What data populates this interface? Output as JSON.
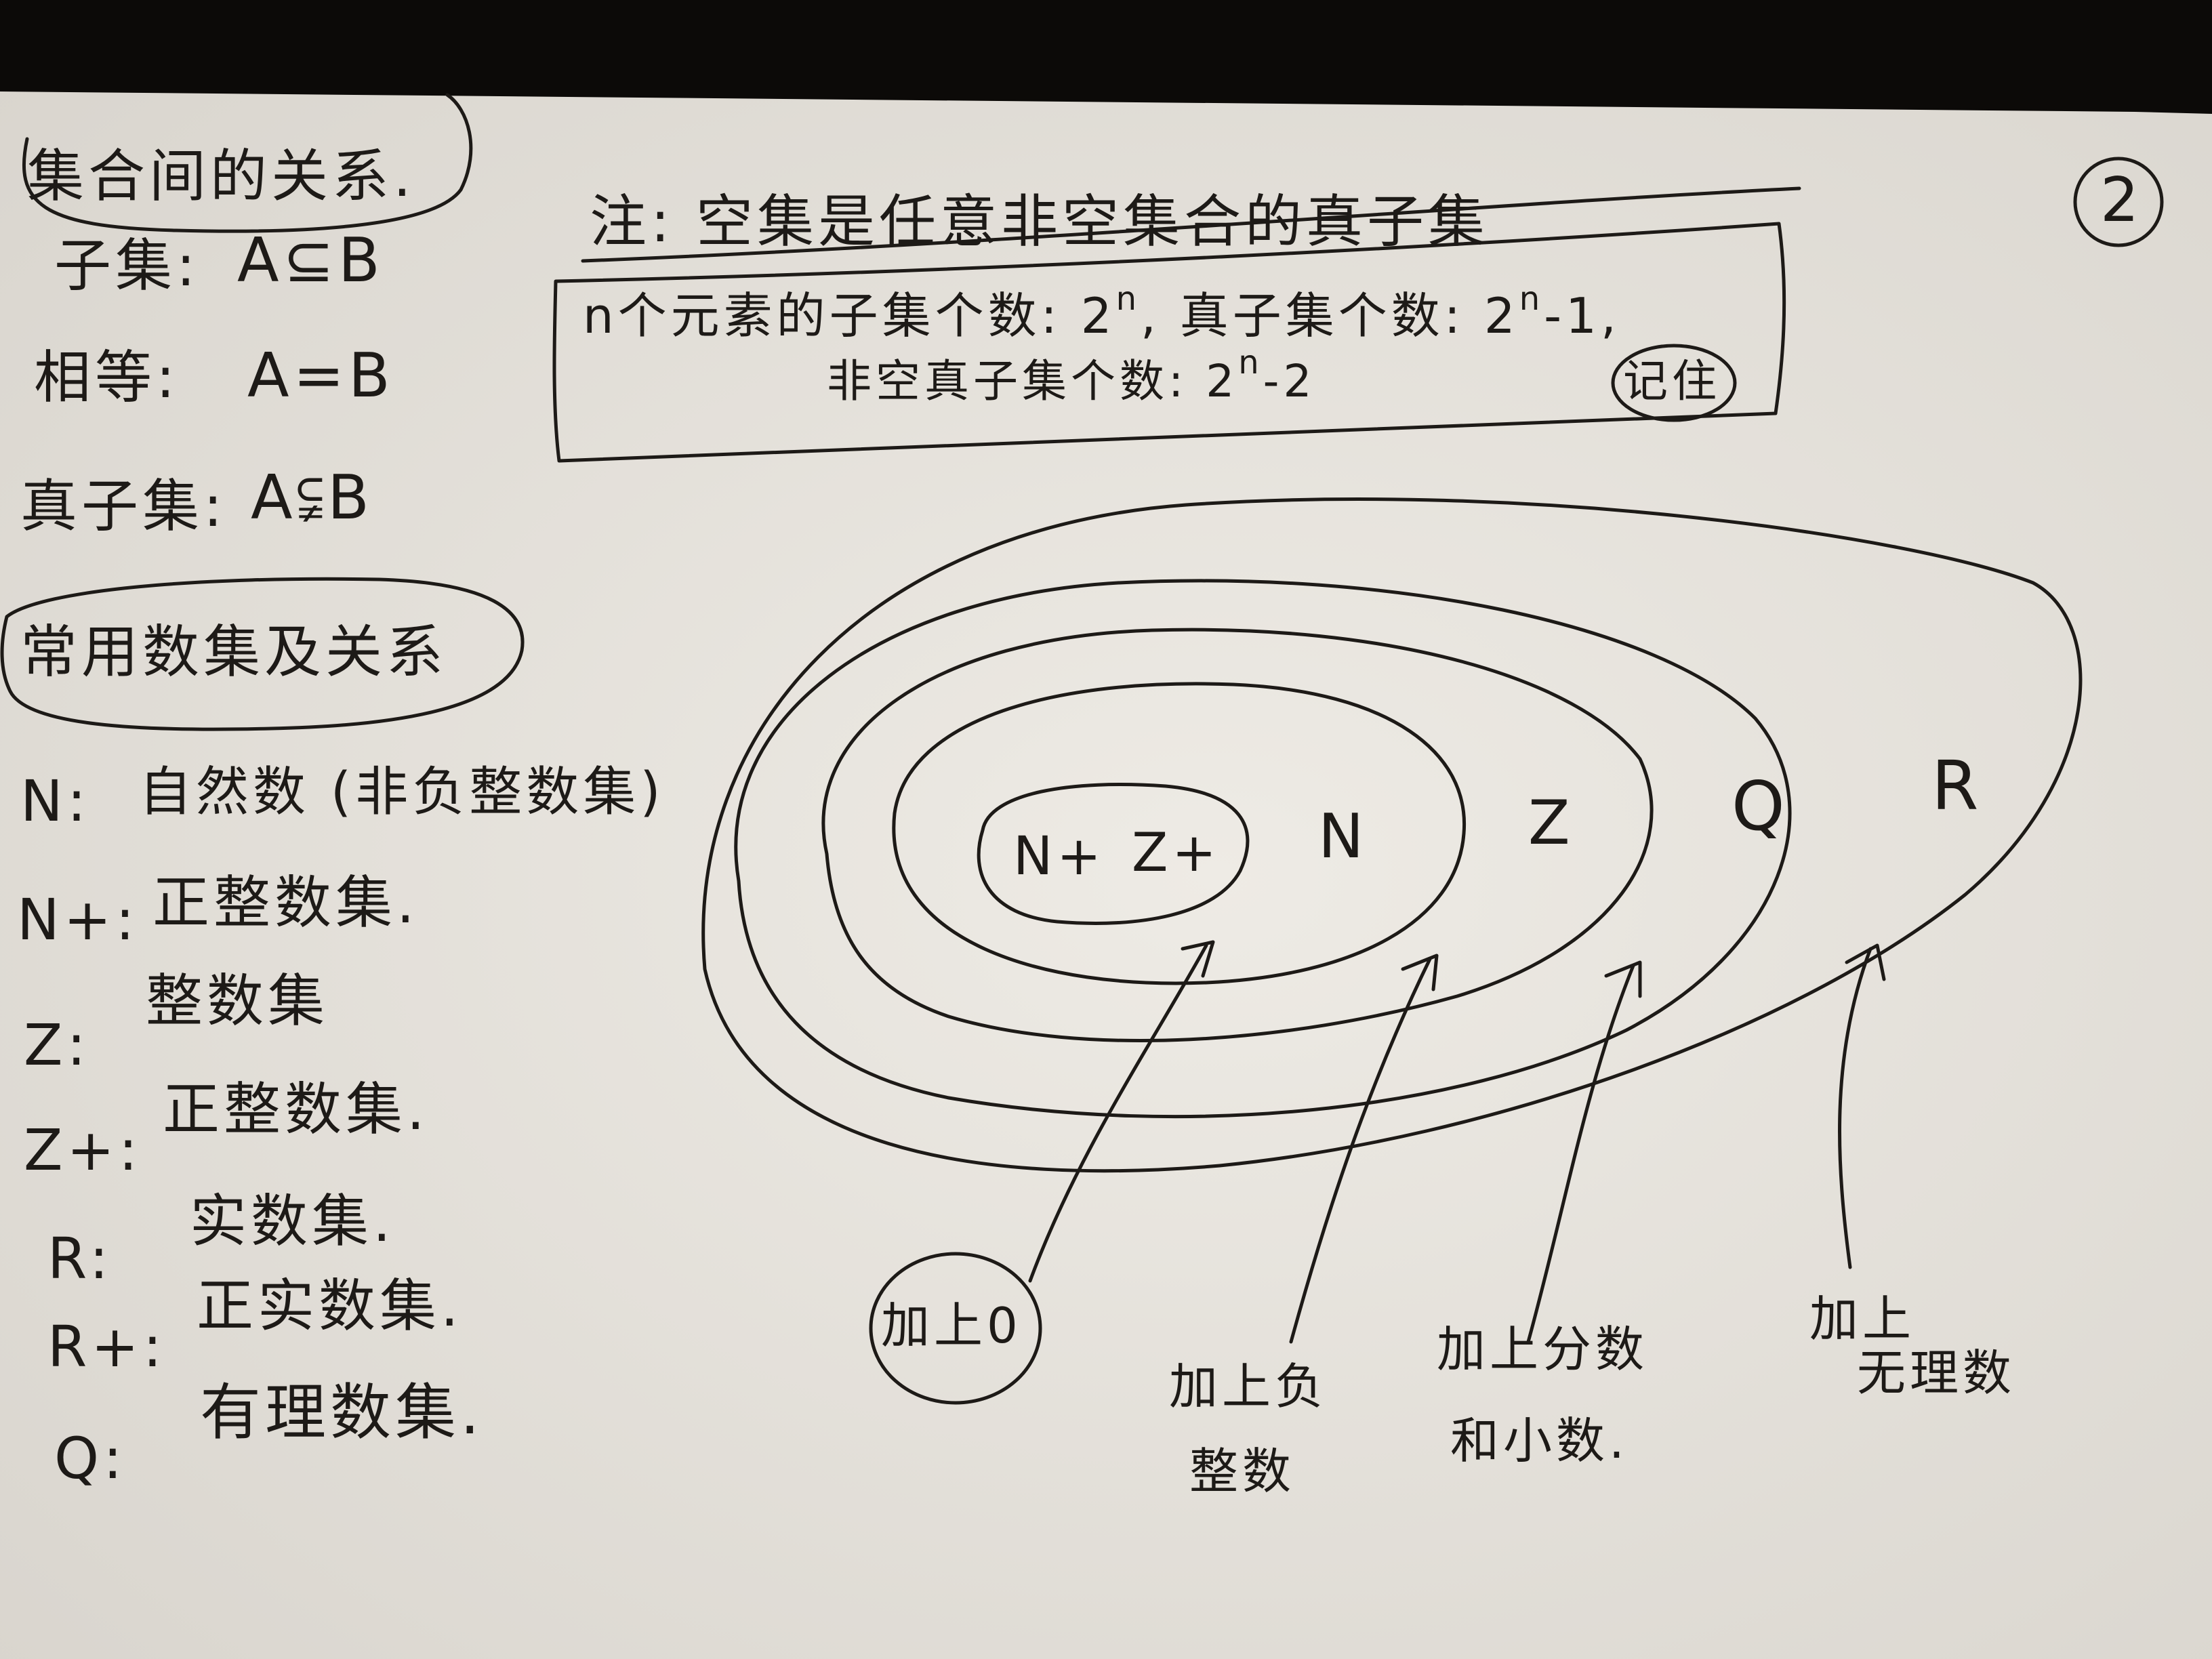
{
  "page_number": "2",
  "heading_relations": "集合间的关系.",
  "relations": [
    {
      "label": "子集:",
      "expr": "A⊆B"
    },
    {
      "label": "相等:",
      "expr": "A=B"
    },
    {
      "label": "真子集:",
      "expr": "A⫋B"
    }
  ],
  "note": {
    "line1": "注: 空集是任意非空集合的真子集",
    "box_prefix_a": "n个元素的子集个数: 2",
    "box_exp_a": "n",
    "box_prefix_b": ", 真子集个数: 2",
    "box_exp_b": "n",
    "box_suffix_b": "-1,",
    "box_prefix_c": "非空真子集个数: 2",
    "box_exp_c": "n",
    "box_suffix_c": "-2",
    "remember": "记住"
  },
  "heading_numbersets": "常用数集及关系",
  "number_sets": [
    {
      "symbol": "N:",
      "desc": "自然数 (非负整数集)"
    },
    {
      "symbol": "N+:",
      "desc": "正整数集."
    },
    {
      "symbol": "Z:",
      "desc": "整数集"
    },
    {
      "symbol": "Z+:",
      "desc": "正整数集."
    },
    {
      "symbol": "R:",
      "desc": "实数集."
    },
    {
      "symbol": "R+:",
      "desc": "正实数集."
    },
    {
      "symbol": "Q:",
      "desc": "有理数集."
    }
  ],
  "diagram": {
    "inner_labels": [
      "N+",
      "Z+"
    ],
    "ring_labels": [
      "N",
      "Z",
      "Q",
      "R"
    ],
    "annotations": [
      {
        "line1": "加上0",
        "line2": ""
      },
      {
        "line1": "加上负",
        "line2": "整数"
      },
      {
        "line1": "加上分数",
        "line2": "和小数."
      },
      {
        "line1": "加上",
        "line2": "无理数"
      }
    ]
  },
  "colors": {
    "paper": "#e9e6e0",
    "ink": "#1d1a17",
    "background": "#0c0a08"
  }
}
